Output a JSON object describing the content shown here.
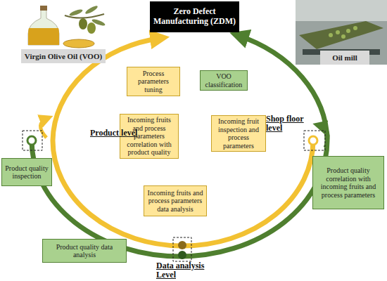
{
  "diagram": {
    "nodes": [
      {
        "text": [
          "Zero Defect Manufacturing (ZDM)"
        ]
      },
      {
        "text": [
          "Virgin Olive Oil (VOO)"
        ]
      },
      {
        "text": [
          "Oil mill"
        ]
      },
      {
        "text": [
          "Process parameters tuning"
        ]
      },
      {
        "text": [
          "VOO classification"
        ]
      },
      {
        "text": [
          "Incoming fruits and process parameters correlation with product quality"
        ]
      },
      {
        "text": [
          "Incoming fruit inspection and process parameters"
        ]
      },
      {
        "text": [
          "Product quality inspection"
        ]
      },
      {
        "text": [
          "Product quality correlation with incoming fruits and process parameters"
        ]
      },
      {
        "text": [
          "Incoming fruits and process parameters data analysis"
        ]
      },
      {
        "text": [
          "Product quality data analysis"
        ]
      }
    ],
    "labels": [
      "Product level",
      "Shop floor level",
      "Data analysis Level"
    ]
  }
}
